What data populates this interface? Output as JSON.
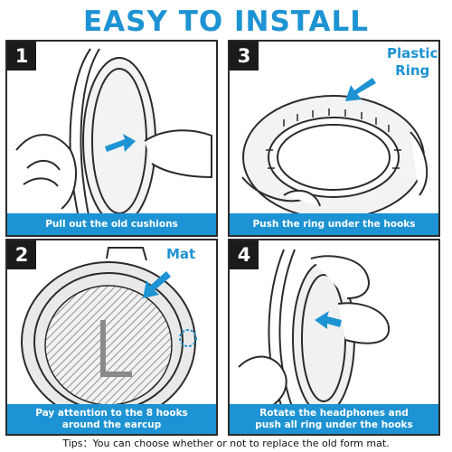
{
  "title": "EASY TO INSTALL",
  "steps": [
    {
      "number": "1",
      "caption": "Pull out the old cushions"
    },
    {
      "number": "3",
      "caption": "Push the ring under the hooks",
      "tag_line1": "Plastic",
      "tag_line2": "Ring"
    },
    {
      "number": "2",
      "caption_line1": "Pay attention to the 8 hooks",
      "caption_line2": "around the earcup",
      "tag": "Mat"
    },
    {
      "number": "4",
      "caption_line1": "Rotate the headphones and",
      "caption_line2": "push all ring under the hooks"
    }
  ],
  "tips": "Tips：You can choose whether or not to replace the old form mat.",
  "colors": {
    "accent": "#1e93d3",
    "ink": "#2b2b2b",
    "number_bg": "#1b1b1b"
  },
  "icons": [
    "arrow-icon"
  ]
}
